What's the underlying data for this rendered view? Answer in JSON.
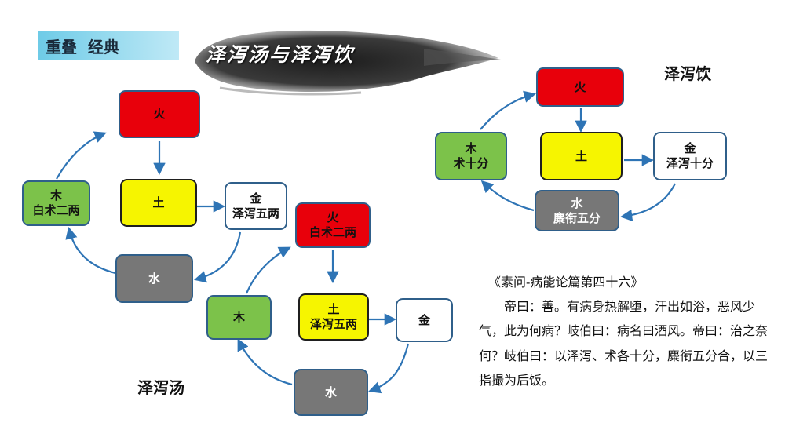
{
  "header": {
    "tag_label": "重叠  经典",
    "brush_title": "泽泻汤与泽泻饮"
  },
  "left_diagram": {
    "label": "泽泻汤",
    "fire": [
      "火"
    ],
    "earth": [
      "土"
    ],
    "metal": [
      "金",
      "泽泻五两"
    ],
    "water": [
      "水"
    ],
    "wood": [
      "木",
      "白术二两"
    ]
  },
  "middle_diagram": {
    "fire": [
      "火",
      "白术二两"
    ],
    "earth": [
      "土",
      "泽泻五两"
    ],
    "metal": [
      "金"
    ],
    "water": [
      "水"
    ],
    "wood": [
      "木"
    ]
  },
  "right_diagram": {
    "label": "泽泻饮",
    "fire": [
      "火"
    ],
    "earth": [
      "土"
    ],
    "metal": [
      "金",
      "泽泻十分"
    ],
    "water": [
      "水",
      "麋衔五分"
    ],
    "wood": [
      "木",
      "术十分"
    ]
  },
  "quote": {
    "title": "《素问-病能论篇第四十六》",
    "body": "帝曰：善。有病身热解堕，汗出如浴，恶风少气，此为何病？岐伯曰：病名曰酒风。帝曰：治之奈何？岐伯曰：以泽泻、术各十分，麋衔五分合，以三指撮为后饭。"
  },
  "colors": {
    "fire": "#e8000b",
    "earth": "#f6f500",
    "wood": "#7cc24a",
    "water": "#777777",
    "metal": "#ffffff",
    "arrow": "#2e74b5"
  }
}
